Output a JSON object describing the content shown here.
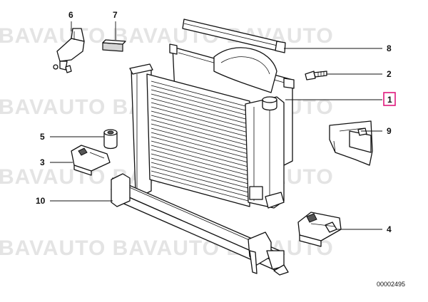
{
  "watermark": "BAVAUTO BAVAUTO BAVAUTO",
  "callouts": [
    {
      "id": "1",
      "label": "1",
      "highlighted": true
    },
    {
      "id": "2",
      "label": "2"
    },
    {
      "id": "3",
      "label": "3"
    },
    {
      "id": "4",
      "label": "4"
    },
    {
      "id": "5",
      "label": "5"
    },
    {
      "id": "6",
      "label": "6"
    },
    {
      "id": "7",
      "label": "7"
    },
    {
      "id": "8",
      "label": "8"
    },
    {
      "id": "9",
      "label": "9"
    },
    {
      "id": "10",
      "label": "10"
    }
  ],
  "drawing_number": "00002495",
  "colors": {
    "highlight": "#e0197d",
    "watermark": "#e4e4e4",
    "line": "#111111"
  }
}
